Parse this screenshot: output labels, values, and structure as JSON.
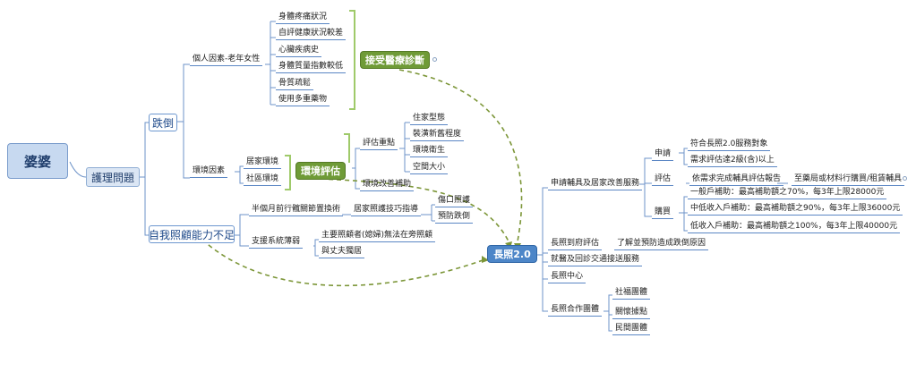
{
  "root": "婆婆",
  "care_issue": "護理問題",
  "fall": {
    "label": "跌倒",
    "personal": {
      "label": "個人因素-老年女性",
      "items": [
        "身體疼痛狀況",
        "自評健康狀況較差",
        "心臟疾病史",
        "身體質量指數較低",
        "骨質疏鬆",
        "使用多重藥物"
      ]
    },
    "env": {
      "label": "環境因素",
      "items": [
        "居家環境",
        "社區環境"
      ],
      "eval_points": {
        "label": "評估重點",
        "items": [
          "住家型態",
          "裝潢新舊程度",
          "環境衛生",
          "空間大小"
        ]
      },
      "subsidy": "環境改善補助"
    }
  },
  "selfcare": {
    "label": "自我照顧能力不足",
    "discharge": {
      "label": "半個月前行髖關節置換術",
      "skill": "居家照護技巧指導",
      "items": [
        "傷口照護",
        "預防跌倒"
      ]
    },
    "support": {
      "label": "支援系統薄弱",
      "items": [
        "主要照顧者(媳婦)無法在旁照顧",
        "與丈夫獨居"
      ]
    }
  },
  "green_boxes": {
    "medical": "接受醫療診斷",
    "environment": "環境評估"
  },
  "ltc": {
    "label": "長照2.0",
    "aids": {
      "label": "申請輔具及居家改善服務",
      "apply": {
        "label": "申請",
        "items": [
          "符合長照2.0服務對象",
          "需求評估達2級(含)以上"
        ]
      },
      "assess": {
        "label": "評估",
        "text": "依需求完成輔具評估報告",
        "next": "至藥局或材料行購買/租賃輔具"
      },
      "buy": {
        "label": "購買",
        "items": [
          "一般戶補助：最高補助額之70%，每3年上限28000元",
          "中低收入戶補助：最高補助額之90%，每3年上限36000元",
          "低收入戶補助：最高補助額之100%，每3年上限40000元"
        ]
      }
    },
    "visit": {
      "label": "長照到府評估",
      "text": "了解並預防造成跌倒原因"
    },
    "transport": "就醫及回診交通接送服務",
    "center": "長照中心",
    "partners": {
      "label": "長照合作團體",
      "items": [
        "社福團體",
        "關懷據點",
        "民間團體"
      ]
    }
  }
}
